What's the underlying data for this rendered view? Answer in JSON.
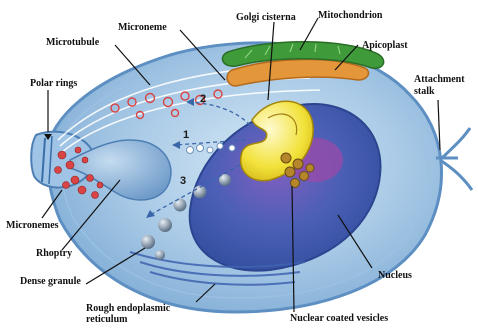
{
  "labels": {
    "golgi_cisterna": "Golgi cisterna",
    "mitochondrion": "Mitochondrion",
    "microneme_top": "Microneme",
    "microtubule": "Microtubule",
    "apicoplast": "Apicoplast",
    "polar_rings": "Polar rings",
    "attachment_stalk_line1": "Attachment",
    "attachment_stalk_line2": "stalk",
    "micronemes": "Micronemes",
    "rhoptry": "Rhoptry",
    "dense_granule": "Dense granule",
    "nucleus": "Nucleus",
    "rough_er_line1": "Rough endoplasmic",
    "rough_er_line2": "reticulum",
    "nuclear_coated_vesicles": "Nuclear coated vesicles"
  },
  "pathway_numbers": [
    "1",
    "2",
    "3"
  ],
  "colors": {
    "cell_body": "#8fb8da",
    "membrane": "#5d8fc2",
    "nucleus": "#3b5aa8",
    "golgi": "#f0e23a",
    "mitochondrion": "#3f9a3a",
    "apicoplast": "#e3963a",
    "micronemes": "#d94545"
  }
}
